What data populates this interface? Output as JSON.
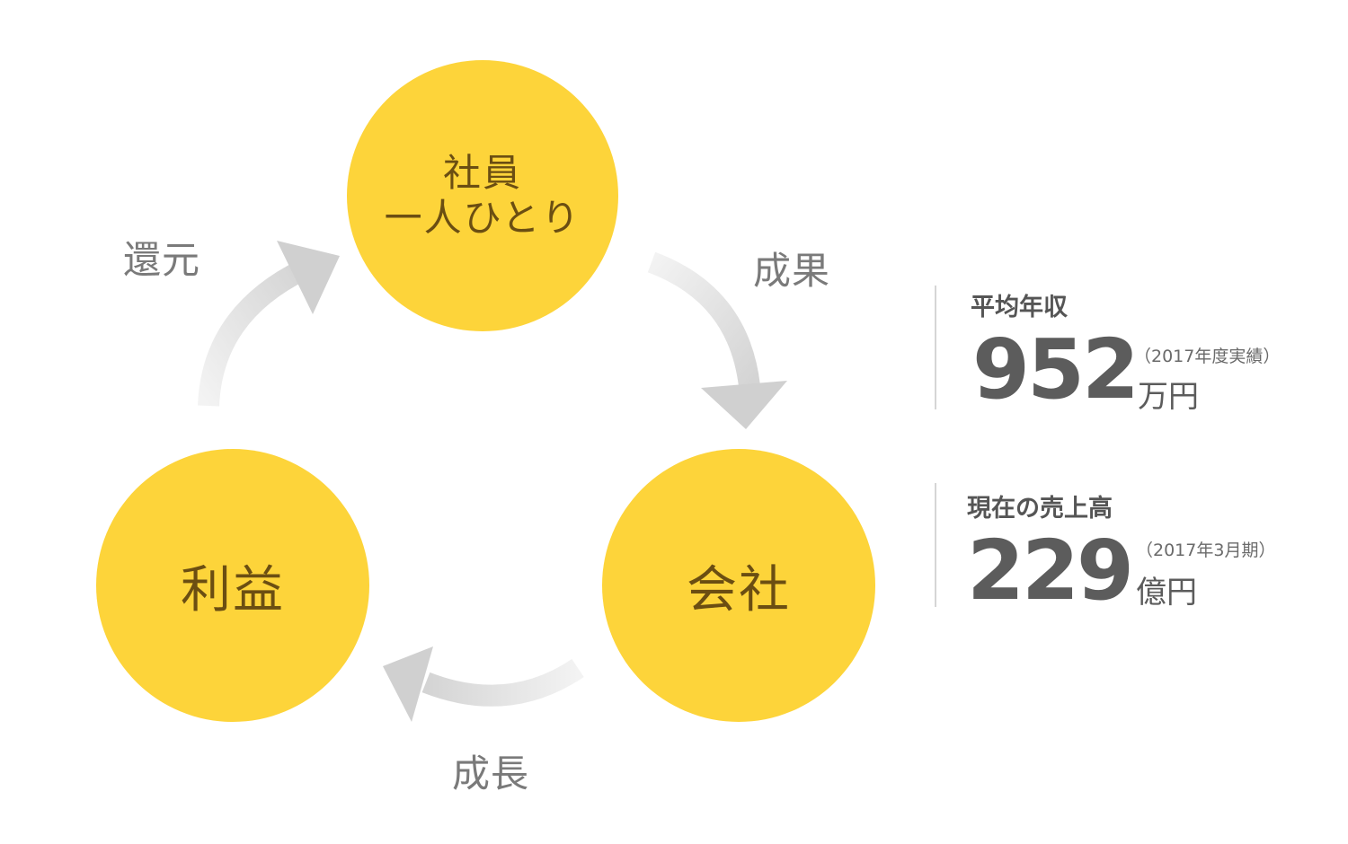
{
  "colors": {
    "circle_fill": "#fdd43a",
    "circle_text": "#6b4e12",
    "arrow": "#dcdcdc",
    "label_text": "#7a7a7a",
    "stat_text": "#5c5c5c",
    "divider": "#d5d5d5"
  },
  "cycle": {
    "nodes": {
      "employees": {
        "line1": "社員",
        "line2": "一人ひとり"
      },
      "profit": {
        "label": "利益"
      },
      "company": {
        "label": "会社"
      }
    },
    "arrows": {
      "return": "還元",
      "results": "成果",
      "growth": "成長"
    }
  },
  "stats": {
    "salary": {
      "title": "平均年収",
      "value": "952",
      "note": "（2017年度実績）",
      "unit": "万円"
    },
    "sales": {
      "title": "現在の売上高",
      "value": "229",
      "note": "（2017年3月期）",
      "unit": "億円"
    }
  }
}
